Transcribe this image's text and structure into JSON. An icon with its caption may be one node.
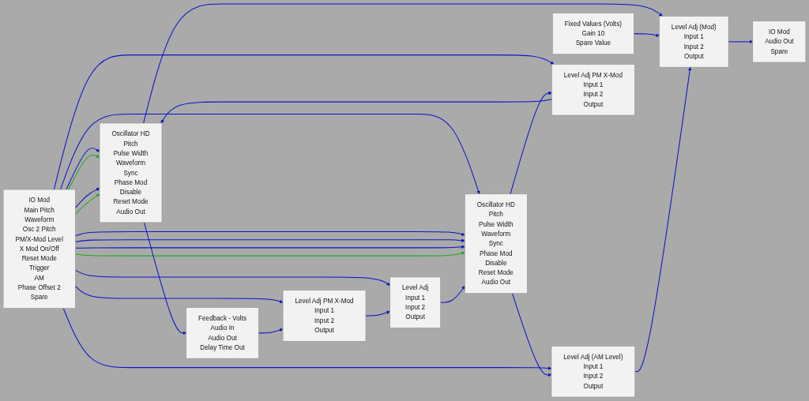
{
  "diagram": {
    "nodes": [
      {
        "text": [
          "Oscillator HD",
          "Pitch",
          "Pulse Width",
          "Waveform",
          "Sync",
          "Phase Mod",
          "Disable",
          "Reset Mode",
          "Audio Out"
        ]
      },
      {
        "text": [
          "Fixed Values (Volts)",
          "Gain 10",
          "Spare Value"
        ]
      },
      {
        "text": [
          "Level Adj (Mod)",
          "Input 1",
          "Input 2",
          "Output"
        ]
      },
      {
        "text": [
          "IO Mod",
          "Audio Out",
          "Spare"
        ]
      },
      {
        "text": [
          "Feedback - Volts",
          "Audio In",
          "Audio Out",
          "Delay Time Out"
        ]
      },
      {
        "text": [
          "Level Adj PM X-Mod",
          "Input 1",
          "Input 2",
          "Output"
        ]
      },
      {
        "text": [
          "Level Adj (AM Level)",
          "Input 1",
          "Input 2",
          "Output"
        ]
      },
      {
        "text": [
          "Oscillator HD",
          "Pitch",
          "Pulse Width",
          "Waveform",
          "Sync",
          "Phase Mod",
          "Disable",
          "Reset Mode",
          "Audio Out"
        ]
      },
      {
        "text": [
          "Level Adj PM X-Mod",
          "Input 1",
          "Input 2",
          "Output"
        ]
      },
      {
        "text": [
          "Level Adj",
          "Input 1",
          "Input 2",
          "Output"
        ]
      },
      {
        "text": [
          "IO Mod",
          "Main Pitch",
          "Waveform",
          "Osc 2 Pitch",
          "PM/X-Mod Level",
          "X Mod On/Off",
          "Reset Mode",
          "Trigger",
          "AM",
          "Phase Offset 2",
          "Spare"
        ]
      }
    ],
    "edges": [
      {
        "from": 10,
        "to": 0,
        "arrow": "to"
      },
      {
        "from": 10,
        "to": 7,
        "arrow": "to"
      },
      {
        "from": 10,
        "to": 0,
        "arrow": "to",
        "color": "#22aa22"
      },
      {
        "from": 10,
        "to": 7,
        "arrow": "to"
      },
      {
        "from": 10,
        "to": 0,
        "arrow": "to"
      },
      {
        "from": 10,
        "to": 7,
        "arrow": "to"
      },
      {
        "from": 10,
        "to": 7,
        "arrow": "to"
      },
      {
        "from": 10,
        "to": 0,
        "arrow": "to",
        "color": "#22aa22"
      },
      {
        "from": 10,
        "to": 7,
        "arrow": "to",
        "color": "#22aa22"
      },
      {
        "from": 10,
        "to": 5,
        "arrow": "to"
      },
      {
        "from": 10,
        "to": 8,
        "arrow": "to"
      },
      {
        "from": 10,
        "to": 9,
        "arrow": "to"
      },
      {
        "from": 10,
        "to": 6,
        "arrow": "to"
      },
      {
        "from": 0,
        "to": 4,
        "arrow": "to"
      },
      {
        "from": 0,
        "to": 2,
        "arrow": "to"
      },
      {
        "from": 4,
        "to": 5,
        "arrow": "to"
      },
      {
        "from": 1,
        "to": 2,
        "arrow": "to"
      },
      {
        "from": 6,
        "to": 2,
        "arrow": "to"
      },
      {
        "from": 2,
        "to": 3,
        "arrow": "to"
      },
      {
        "from": 7,
        "to": 6,
        "arrow": "to"
      },
      {
        "from": 7,
        "to": 8,
        "arrow": "to"
      },
      {
        "from": 5,
        "to": 9,
        "arrow": "to"
      },
      {
        "from": 8,
        "to": 0,
        "arrow": "to"
      },
      {
        "from": 9,
        "to": 7,
        "arrow": "to"
      }
    ]
  }
}
